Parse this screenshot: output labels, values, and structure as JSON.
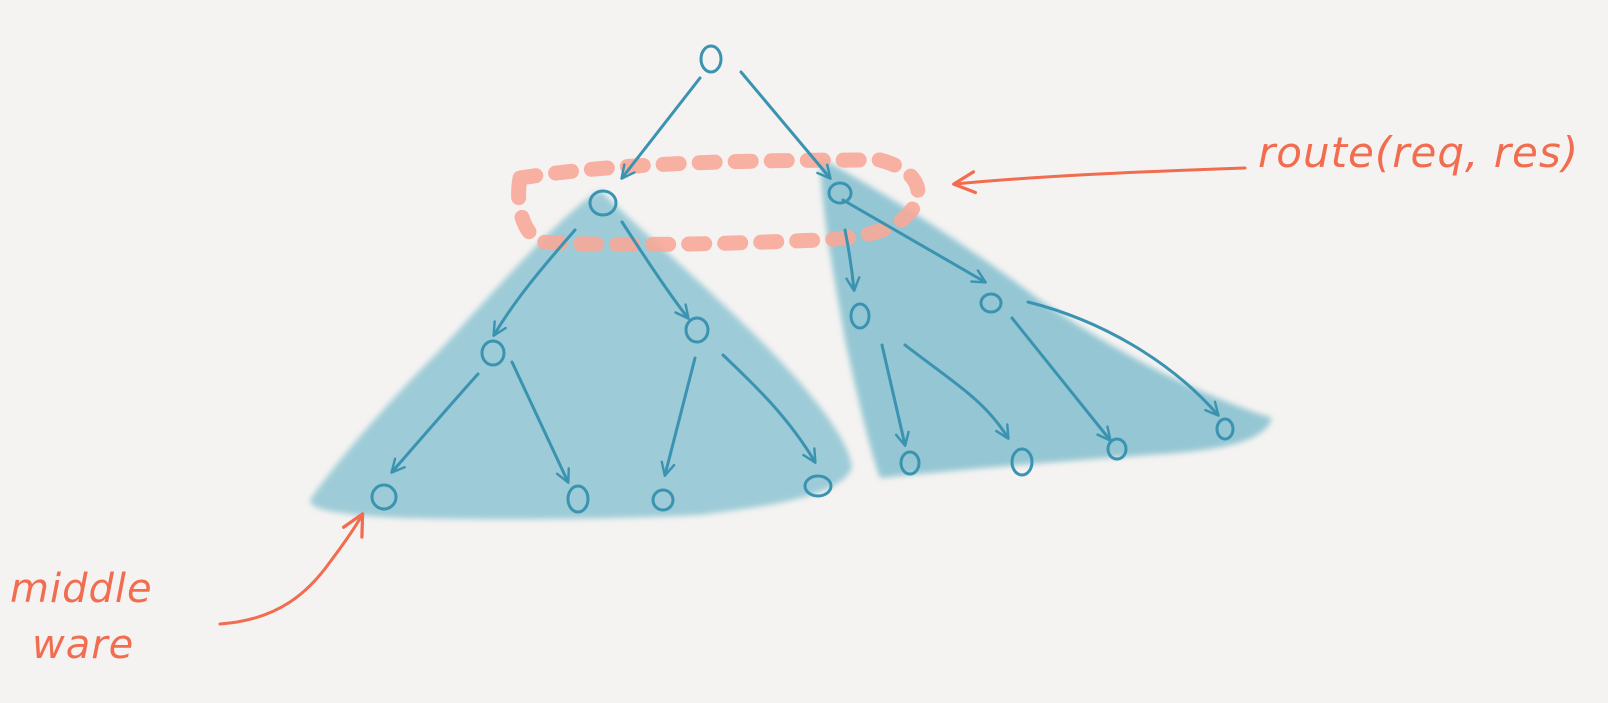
{
  "colors": {
    "background": "#f5f3f1",
    "tree_fill": "#8ec5d3",
    "tree_stroke": "#3a93b0",
    "annotation": "#f26c4f",
    "route_box": "#f7a898"
  },
  "annotations": {
    "route_label": "route(req, res)",
    "middleware_line1": "middle",
    "middleware_line2": "ware"
  }
}
